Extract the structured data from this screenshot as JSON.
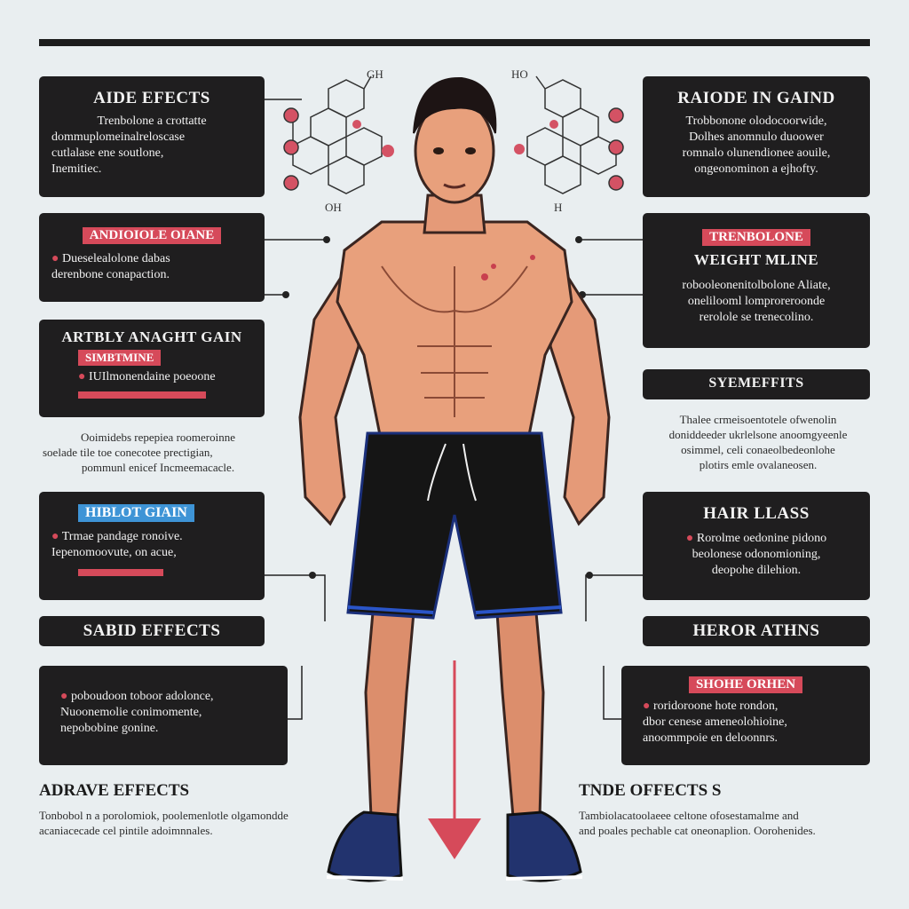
{
  "left": {
    "box1": {
      "title": "AIDE EFECTS",
      "lines": [
        "Trenbolone a crottatte",
        "dommuplomeinalreloscase",
        "cutlalase ene soutlone,",
        "Inemitiec."
      ]
    },
    "box2": {
      "tag": "ANDIOIOLE OIANE",
      "lines": [
        "Dueselealolone dabas",
        "derenbone conapaction."
      ]
    },
    "box3": {
      "title": "ARTBLY ANAGHT GAIN",
      "tag": "SIMBTMINE",
      "lines": [
        "IUIlmonendaine poeoone"
      ]
    },
    "free1": {
      "lines": [
        "Ooimidebs repepiea roomeroinne",
        "soelade tile toe conecotee prectigian,",
        "pommunl enicef Incmeemacacle."
      ]
    },
    "box4": {
      "tag": "HIBLOT GIAIN",
      "lines": [
        "Trmae pandage ronoive.",
        "Iepenomoovute, on acue,"
      ]
    },
    "box5": {
      "title": "SABID EFFECTS"
    },
    "box6": {
      "lines": [
        "poboudoon toboor adolonce,",
        "Nuoonemolie conimomente,",
        "nepobobine gonine."
      ]
    },
    "free2": {
      "title": "ADRAVE EFFECTS",
      "lines": [
        "Tonbobol n a porolomiok, poolemenlotle olgamondde",
        "acaniacecade cel pintile adoimnnales."
      ]
    }
  },
  "right": {
    "box1": {
      "title": "RAIODE IN GAIND",
      "lines": [
        "Trobbonone olodocoorwide,",
        "Dolhes anomnulo duoower",
        "romnalo olunendionee aouile,",
        "ongeonominon a ejhofty."
      ]
    },
    "box2": {
      "tag": "TRENBOLONE",
      "title": "WEIGHT MLINE",
      "lines": [
        "robooleonenitolbolone Aliate,",
        "onelilooml lomproreroonde",
        "rerolole se trenecolino."
      ]
    },
    "box3": {
      "title": "SYEMEFFITS"
    },
    "free1": {
      "lines": [
        "Thalee crmeisoentotele ofwenolin",
        "doniddeeder ukrlelsone anoomgyeenle",
        "osimmel, celi conaeolbedeonlohe",
        "plotirs emle ovalaneosen."
      ]
    },
    "box4": {
      "title": "HAIR LLASS",
      "lines": [
        "Rorolme oedonine pidono",
        "beolonese odonomioning,",
        "deopohe dilehion."
      ]
    },
    "box5": {
      "title": "HEROR ATHNS"
    },
    "box6": {
      "tag": "SHOHE ORHEN",
      "lines": [
        "roridoroone hote rondon,",
        "dbor cenese ameneolohioine,",
        "anoommpoie en deloonnrs."
      ]
    },
    "free2": {
      "title": "TNDE OFFECTS S",
      "lines": [
        "Tambiolacatoolaeee celtone ofosestamalme and",
        "and poales pechable cat oneonaplion. Oorohenides."
      ]
    }
  },
  "molecule": {
    "left_top": "GH",
    "left_bottom": "OH",
    "right_top": "HO",
    "right_bottom": "H"
  },
  "colors": {
    "box": "#1f1e1f",
    "accent_red": "#d64a5a",
    "accent_blue": "#3e94d6",
    "background": "#e9eef0"
  }
}
